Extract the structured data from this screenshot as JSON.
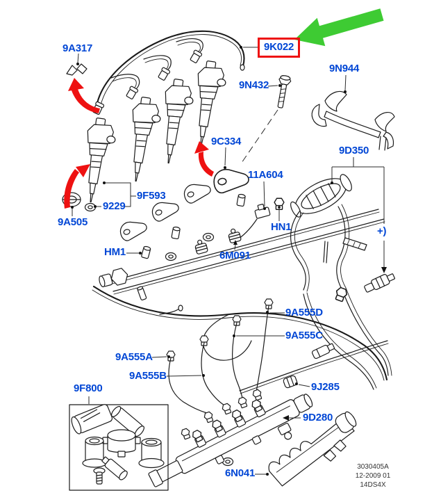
{
  "diagram": {
    "type": "exploded-parts-diagram",
    "highlighted_part": "9K022",
    "part_labels": [
      {
        "id": "9A317",
        "text": "9A317"
      },
      {
        "id": "9K022",
        "text": "9K022",
        "highlighted": true
      },
      {
        "id": "9N432",
        "text": "9N432"
      },
      {
        "id": "9N944",
        "text": "9N944"
      },
      {
        "id": "9C334",
        "text": "9C334"
      },
      {
        "id": "9D350",
        "text": "9D350"
      },
      {
        "id": "11A604",
        "text": "11A604"
      },
      {
        "id": "9F593",
        "text": "9F593"
      },
      {
        "id": "9229",
        "text": "9229"
      },
      {
        "id": "9A505",
        "text": "9A505"
      },
      {
        "id": "HN1",
        "text": "HN1"
      },
      {
        "id": "HM1",
        "text": "HM1"
      },
      {
        "id": "6M091",
        "text": "6M091"
      },
      {
        "id": "plus-note",
        "text": "+)"
      },
      {
        "id": "9A555D",
        "text": "9A555D"
      },
      {
        "id": "9A555C",
        "text": "9A555C"
      },
      {
        "id": "9A555A",
        "text": "9A555A"
      },
      {
        "id": "9A555B",
        "text": "9A555B"
      },
      {
        "id": "9J285",
        "text": "9J285"
      },
      {
        "id": "9F800",
        "text": "9F800"
      },
      {
        "id": "9D280",
        "text": "9D280"
      },
      {
        "id": "6N041",
        "text": "6N041"
      }
    ],
    "footer": {
      "doc_number": "3030405A",
      "date_code": "12-2009 01",
      "sheet_code": "14DS4X"
    },
    "colors": {
      "label_blue": "#0046d5",
      "highlight_red": "#ee1111",
      "arrow_green": "#3ecb33",
      "line_black": "#1a1a1a"
    }
  }
}
